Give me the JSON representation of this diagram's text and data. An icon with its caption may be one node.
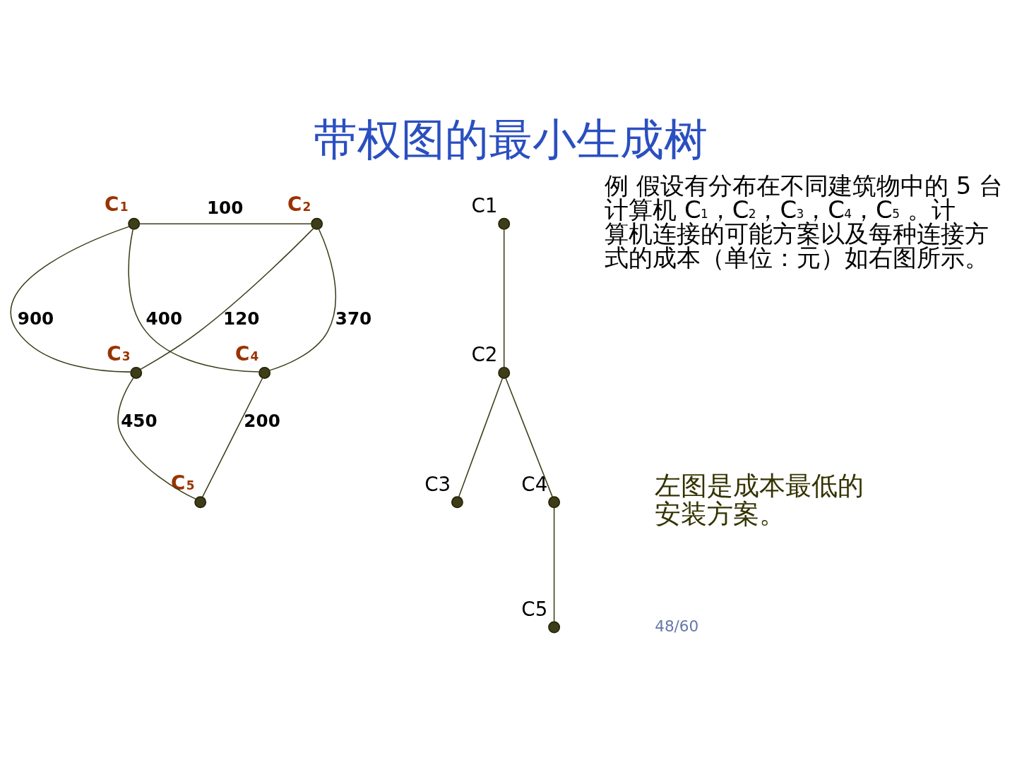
{
  "diagram": {
    "title": "带权图的最小生成树",
    "nodes": [
      {
        "text": [
          "C$_{1}$"
        ]
      },
      {
        "text": [
          "C$_{2}$"
        ]
      },
      {
        "text": [
          "C$_{3}$"
        ]
      },
      {
        "text": [
          "C$_{4}$"
        ]
      },
      {
        "text": [
          "C$_{5}$"
        ]
      },
      {
        "text": [
          "C1"
        ]
      },
      {
        "text": [
          "C2"
        ]
      },
      {
        "text": [
          "C3"
        ]
      },
      {
        "text": [
          "C4"
        ]
      },
      {
        "text": [
          "C5"
        ]
      }
    ],
    "edges": [
      {
        "from": 0,
        "to": 1,
        "arrow": "none",
        "label": "100"
      },
      {
        "from": 0,
        "to": 2,
        "arrow": "none",
        "label": "900"
      },
      {
        "from": 0,
        "to": 3,
        "arrow": "none",
        "label": "400"
      },
      {
        "from": 1,
        "to": 2,
        "arrow": "none",
        "label": "120"
      },
      {
        "from": 1,
        "to": 3,
        "arrow": "none",
        "label": "370"
      },
      {
        "from": 2,
        "to": 4,
        "arrow": "none",
        "label": "450"
      },
      {
        "from": 3,
        "to": 4,
        "arrow": "none",
        "label": "200"
      },
      {
        "from": 5,
        "to": 6,
        "arrow": "none"
      },
      {
        "from": 6,
        "to": 7,
        "arrow": "none"
      },
      {
        "from": 6,
        "to": 8,
        "arrow": "none"
      },
      {
        "from": 8,
        "to": 9,
        "arrow": "none"
      }
    ],
    "labels": [
      "例 假设有分布在不同建筑物中的 5 台计算机 C$_{1}$，C$_{2}$，C$_{3}$，C$_{4}$，C$_{5}$ 。计算机连接的可能方案以及每种连接方式的成本（单位：元）如右图所示。",
      "左图是成本最低的安装方案。",
      "48/60"
    ]
  }
}
